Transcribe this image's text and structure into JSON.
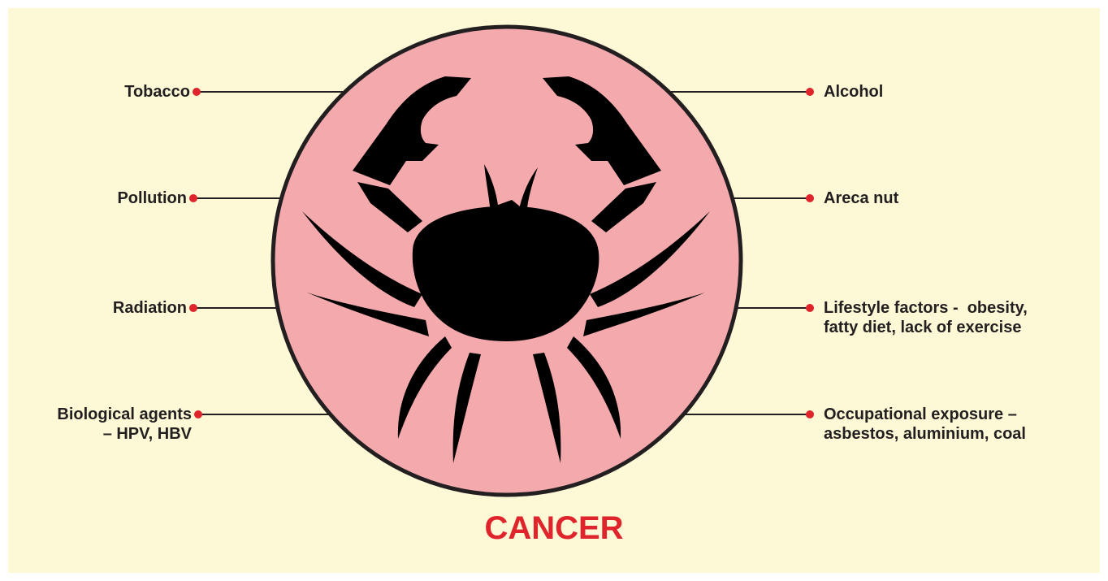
{
  "colors": {
    "background": "#fdf8d6",
    "circle_fill": "#f4a9ac",
    "circle_stroke": "#231f20",
    "crab": "#000000",
    "connector_line": "#231f20",
    "connector_dot": "#e0242b",
    "caption": "#e0242b"
  },
  "crab_icon": "crab-icon",
  "caption": "CANCER",
  "left_factors": [
    {
      "text": "Tobacco"
    },
    {
      "text": "Pollution"
    },
    {
      "text": "Radiation"
    },
    {
      "text": "Biological agents\n– HPV, HBV"
    }
  ],
  "right_factors": [
    {
      "text": "Alcohol"
    },
    {
      "text": "Areca nut"
    },
    {
      "text": "Lifestyle factors -  obesity,\nfatty diet, lack of exercise"
    },
    {
      "text": "Occupational exposure –\nasbestos, aluminium, coal"
    }
  ]
}
